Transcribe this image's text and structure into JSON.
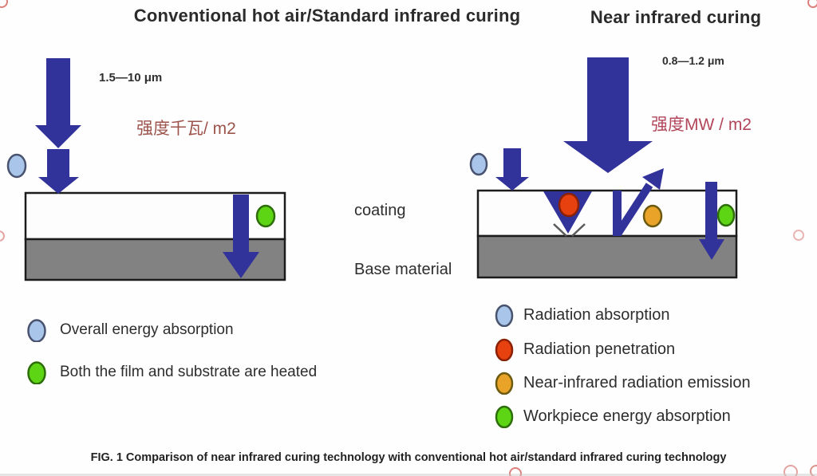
{
  "titles": {
    "left": "Conventional hot air/Standard infrared curing",
    "right": "Near infrared curing"
  },
  "left_diagram": {
    "wavelength": "1.5—10 μm",
    "intensity": "强度千瓦/ m2"
  },
  "right_diagram": {
    "wavelength": "0.8—1.2 μm",
    "intensity": "强度MW / m2"
  },
  "layer_labels": {
    "coating": "coating",
    "base": "Base material"
  },
  "legend_left": {
    "items": [
      {
        "marker": "blue-ellipse",
        "color": "#a9c6ea",
        "label": "Overall energy absorption"
      },
      {
        "marker": "green-ellipse",
        "color": "#5ed514",
        "label": "Both the film and substrate are heated"
      }
    ]
  },
  "legend_right": {
    "items": [
      {
        "marker": "blue-ellipse",
        "color": "#a9c6ea",
        "label": "Radiation absorption"
      },
      {
        "marker": "red-ellipse",
        "color": "#e6410e",
        "label": "Radiation penetration"
      },
      {
        "marker": "orange-ellipse",
        "color": "#e8a328",
        "label": "Near-infrared radiation emission"
      },
      {
        "marker": "green-ellipse",
        "color": "#5ed514",
        "label": "Workpiece energy absorption"
      }
    ]
  },
  "caption": "FIG. 1 Comparison of near infrared curing technology with conventional hot air/standard infrared curing technology",
  "colors": {
    "arrow_blue": "#32329B",
    "base_material_gray": "#828282",
    "layer_border": "#1c1c1c",
    "intensity_text_left": "#9c544c",
    "intensity_text_right": "#b2465a",
    "title_text": "#2b2b2b",
    "watermark_red": "#cc4a44"
  }
}
